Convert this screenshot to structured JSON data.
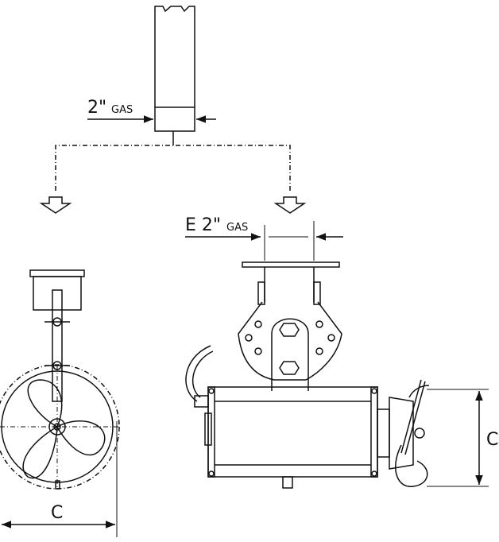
{
  "labels": {
    "top_size": "2\"",
    "top_unit": "GAS",
    "right_prefix": "E 2\"",
    "right_unit": "GAS",
    "left_dim": "C",
    "right_dim": "C"
  },
  "colors": {
    "stroke": "#111111",
    "background": "#ffffff"
  }
}
